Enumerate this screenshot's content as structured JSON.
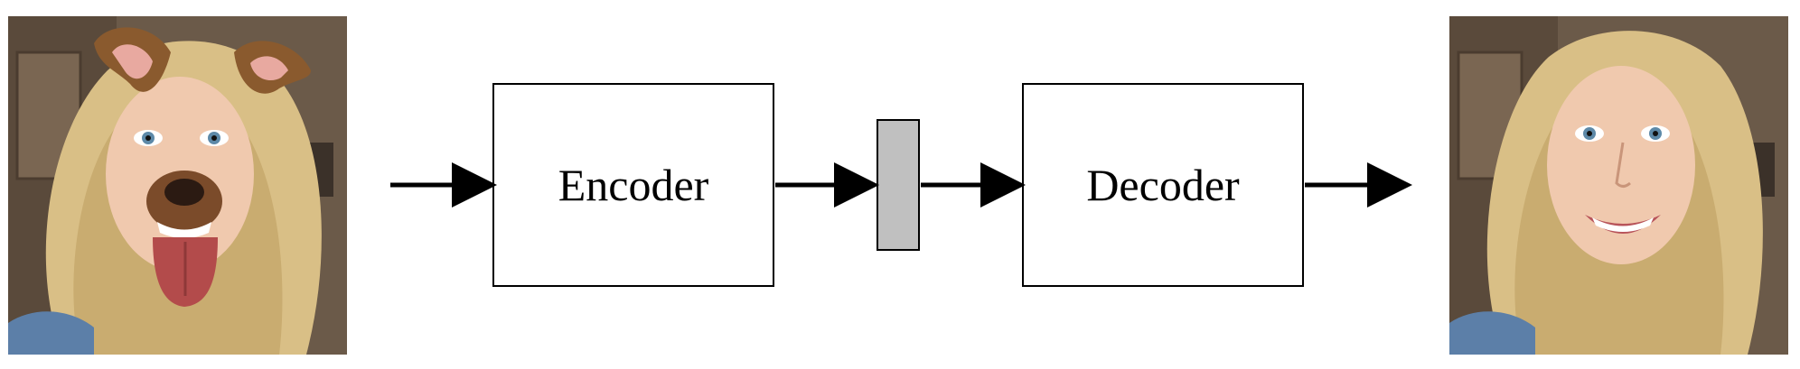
{
  "diagram": {
    "encoder": {
      "label": "Encoder"
    },
    "decoder": {
      "label": "Decoder"
    },
    "colors": {
      "stroke": "#000000",
      "latent_fill": "#c0c0c0",
      "background": "#ffffff"
    },
    "images": {
      "input": {
        "icon": "face-photo-with-dog-filter"
      },
      "output": {
        "icon": "face-photo-clean"
      }
    },
    "flow": [
      "input-photo",
      "encoder",
      "latent-code",
      "decoder",
      "output-photo"
    ]
  }
}
